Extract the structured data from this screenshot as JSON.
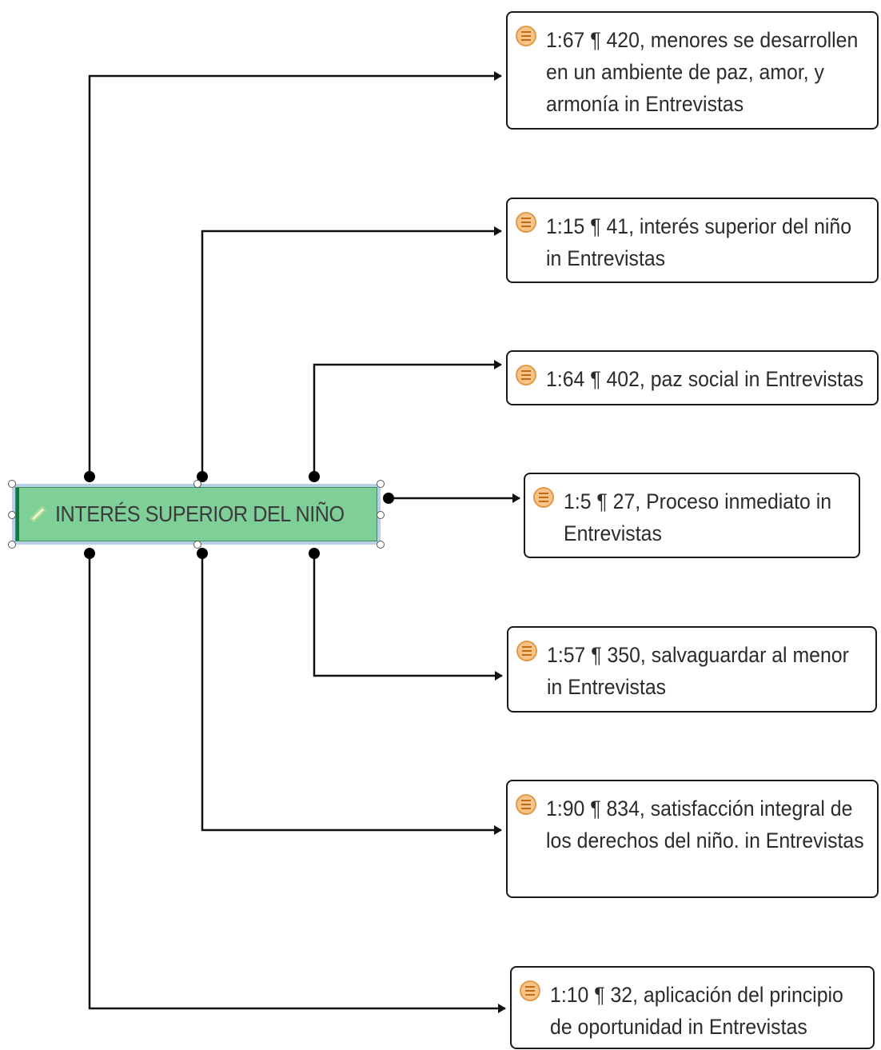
{
  "code": {
    "label": "INTERÉS SUPERIOR DEL NIÑO",
    "icon": "diamond-icon",
    "color": "#7ecf98"
  },
  "quotations": [
    {
      "text": "1:67 ¶ 420, menores se desarrollen en un ambiente de paz, amor, y armonía in Entrevistas",
      "icon": "quotation-icon"
    },
    {
      "text": "1:15 ¶ 41, interés superior del niño in Entrevistas",
      "icon": "quotation-icon"
    },
    {
      "text": "1:64 ¶ 402, paz social in Entrevistas",
      "icon": "quotation-icon"
    },
    {
      "text": "1:5 ¶ 27, Proceso inmediato in Entrevistas",
      "icon": "quotation-icon"
    },
    {
      "text": "1:57 ¶ 350, salvaguardar al menor in Entrevistas",
      "icon": "quotation-icon"
    },
    {
      "text": "1:90 ¶ 834, satisfacción integral de los derechos del niño. in Entrevistas",
      "icon": "quotation-icon"
    },
    {
      "text": "1:10 ¶ 32, aplicación del principio de oportunidad in Entrevistas",
      "icon": "quotation-icon"
    }
  ]
}
